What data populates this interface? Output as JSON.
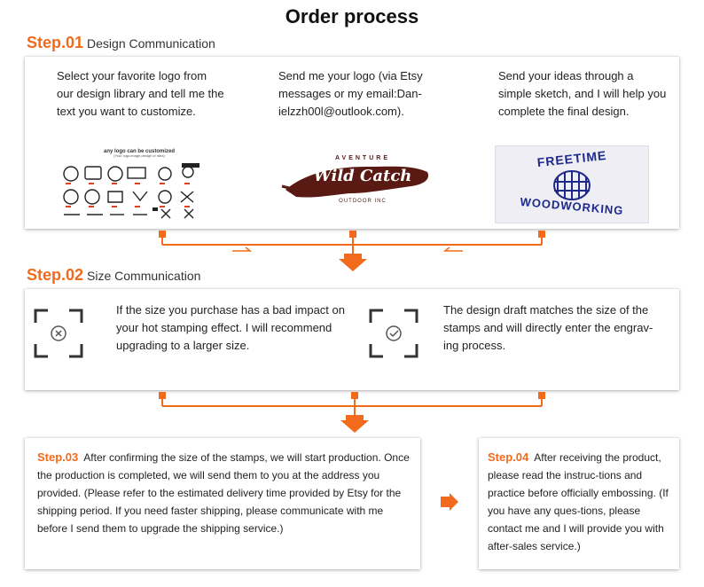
{
  "title": "Order process",
  "colors": {
    "accent": "#f26a1b",
    "text": "#222222",
    "card_bg": "#ffffff"
  },
  "step1": {
    "num": "Step.01",
    "label": "Design Communication",
    "col1_text": "Select your favorite logo from our design library and tell me the text you want to customize.",
    "col1_image_caption": "any logo can be customized",
    "col1_image_subcaption": "(Your logo,image,design or idea)",
    "col2_text": "Send me your logo (via Etsy messages or my email:Dan-ielzzh00l@outlook.com).",
    "col2_logo_top": "AVENTURE",
    "col2_logo_main": "Wild Catch",
    "col2_logo_bottom": "OUTDOOR INC",
    "col3_text": "Send your ideas through a simple sketch, and I will help you complete the final design.",
    "col3_sketch_top": "FREETIME",
    "col3_sketch_bottom": "WOODWORKING"
  },
  "step2": {
    "num": "Step.02",
    "label": "Size Communication",
    "item1_icon": "x-scan-icon",
    "item1_text": "If the size you purchase has a bad impact on your hot stamping effect. I will recommend upgrading to a larger size.",
    "item2_icon": "check-scan-icon",
    "item2_text": "The design draft matches the size of the stamps and will directly enter the engrav-ing process."
  },
  "step3": {
    "num": "Step.03",
    "text": "After confirming the size of the stamps, we will start production. Once the production is completed, we will send them to you at the address you provided. (Please refer to the estimated delivery time provided by Etsy for the shipping period. If you need faster shipping, please communicate with me before I send them to upgrade the shipping service.)"
  },
  "step4": {
    "num": "Step.04",
    "text": "After receiving the product, please read the instruc-tions and practice before officially embossing. (If you have any ques-tions, please contact me and I will provide you with after-sales service.)"
  }
}
